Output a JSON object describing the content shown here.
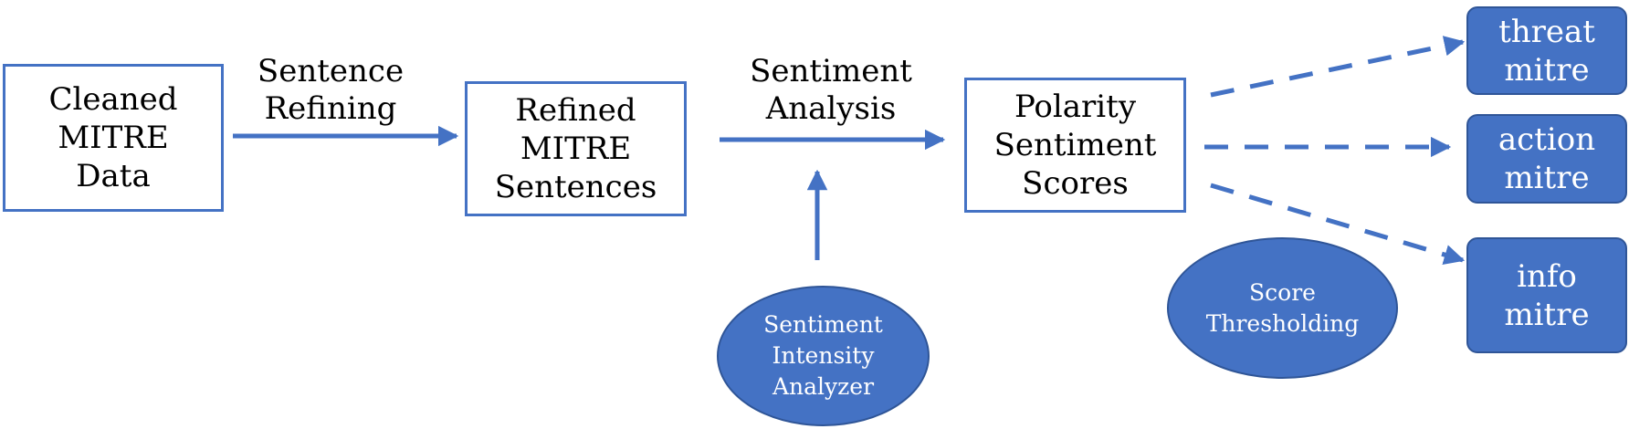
{
  "colors": {
    "accent": "#4472C4",
    "accent_dark": "#2F5597",
    "text": "#000000",
    "text_on_accent": "#ffffff"
  },
  "nodes": {
    "cleaned": {
      "lines": [
        "Cleaned",
        "MITRE",
        "Data"
      ]
    },
    "refined": {
      "lines": [
        "Refined",
        "MITRE",
        "Sentences"
      ]
    },
    "polarity": {
      "lines": [
        "Polarity",
        "Sentiment",
        "Scores"
      ]
    },
    "analyzer": {
      "lines": [
        "Sentiment",
        "Intensity",
        "Analyzer"
      ]
    },
    "threshold": {
      "lines": [
        "Score",
        "Thresholding"
      ]
    },
    "threat": {
      "lines": [
        "threat",
        "mitre"
      ]
    },
    "action": {
      "lines": [
        "action",
        "mitre"
      ]
    },
    "info": {
      "lines": [
        "info",
        "mitre"
      ]
    }
  },
  "edge_labels": {
    "refining": {
      "lines": [
        "Sentence",
        "Refining"
      ]
    },
    "analysis": {
      "lines": [
        "Sentiment",
        "Analysis"
      ]
    }
  }
}
